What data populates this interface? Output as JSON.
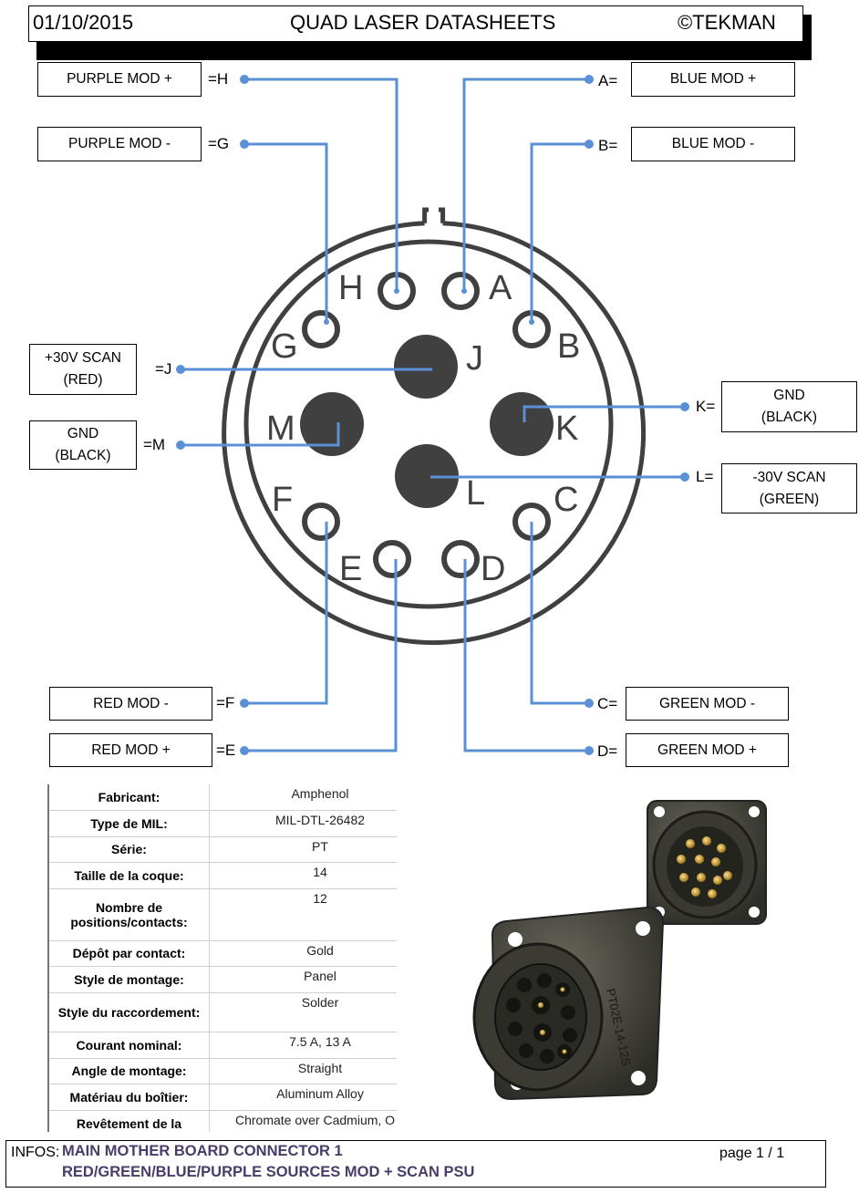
{
  "header": {
    "date": "01/10/2015",
    "title": "QUAD LASER DATASHEETS",
    "brand": "©TEKMAN"
  },
  "connector_pins": {
    "A": "A",
    "B": "B",
    "C": "C",
    "D": "D",
    "E": "E",
    "F": "F",
    "G": "G",
    "H": "H",
    "J": "J",
    "K": "K",
    "L": "L",
    "M": "M"
  },
  "signals": {
    "H": {
      "tag": "=H",
      "label": "PURPLE MOD +"
    },
    "G": {
      "tag": "=G",
      "label": "PURPLE MOD -"
    },
    "A": {
      "tag": "A=",
      "label": "BLUE MOD +"
    },
    "B": {
      "tag": "B=",
      "label": "BLUE MOD -"
    },
    "J": {
      "tag": "=J",
      "label": "+30V SCAN\n(RED)"
    },
    "M": {
      "tag": "=M",
      "label": "GND\n(BLACK)"
    },
    "K": {
      "tag": "K=",
      "label": "GND\n(BLACK)"
    },
    "L": {
      "tag": "L=",
      "label": "-30V SCAN\n(GREEN)"
    },
    "F": {
      "tag": "=F",
      "label": "RED MOD -"
    },
    "E": {
      "tag": "=E",
      "label": "RED MOD +"
    },
    "C": {
      "tag": "C=",
      "label": "GREEN MOD -"
    },
    "D": {
      "tag": "D=",
      "label": "GREEN MOD +"
    }
  },
  "specs": [
    {
      "key": "Fabricant:",
      "value": "Amphenol"
    },
    {
      "key": "Type de MIL:",
      "value": "MIL-DTL-26482"
    },
    {
      "key": "Série:",
      "value": "PT"
    },
    {
      "key": "Taille de la coque:",
      "value": "14"
    },
    {
      "key": "Nombre de positions/contacts:",
      "value": "12"
    },
    {
      "key": "Dépôt par contact:",
      "value": "Gold"
    },
    {
      "key": "Style de montage:",
      "value": "Panel"
    },
    {
      "key": "Style du raccordement:",
      "value": "Solder"
    },
    {
      "key": "Courant nominal:",
      "value": "7.5 A, 13 A"
    },
    {
      "key": "Angle de montage:",
      "value": "Straight"
    },
    {
      "key": "Matériau du boîtier:",
      "value": "Aluminum Alloy"
    },
    {
      "key": "Revêtement de la",
      "value": "Chromate over Cadmium, O"
    }
  ],
  "photo_marking": "PT02E-14-12S",
  "footer": {
    "tag": "INFOS:",
    "line1": "MAIN MOTHER BOARD CONNECTOR 1",
    "line2": "RED/GREEN/BLUE/PURPLE SOURCES MOD + SCAN PSU",
    "page": "page 1 / 1"
  },
  "colors": {
    "wire": "#5b8fd6",
    "connector": "#404040"
  }
}
